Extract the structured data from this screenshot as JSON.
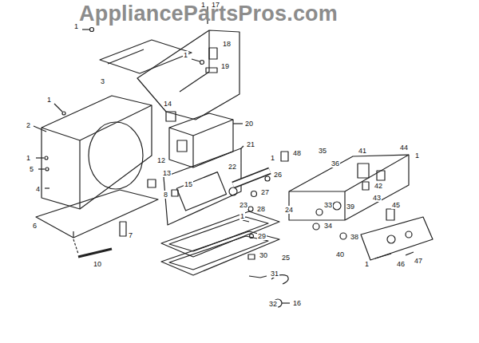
{
  "diagram": {
    "labels": [
      "AppliancePartsPros.com",
      "1",
      "1",
      "17",
      "3",
      "18",
      "19",
      "1",
      "14",
      "20",
      "1",
      "2",
      "1",
      "5",
      "4",
      "12",
      "13",
      "15",
      "8",
      "21",
      "48",
      "1",
      "26",
      "22",
      "23",
      "27",
      "28",
      "1",
      "29",
      "30",
      "31",
      "32",
      "16",
      "6",
      "7",
      "10",
      "24",
      "25",
      "35",
      "36",
      "41",
      "44",
      "1",
      "42",
      "43",
      "45",
      "33",
      "39",
      "34",
      "38",
      "40",
      "1",
      "46",
      "47"
    ]
  }
}
